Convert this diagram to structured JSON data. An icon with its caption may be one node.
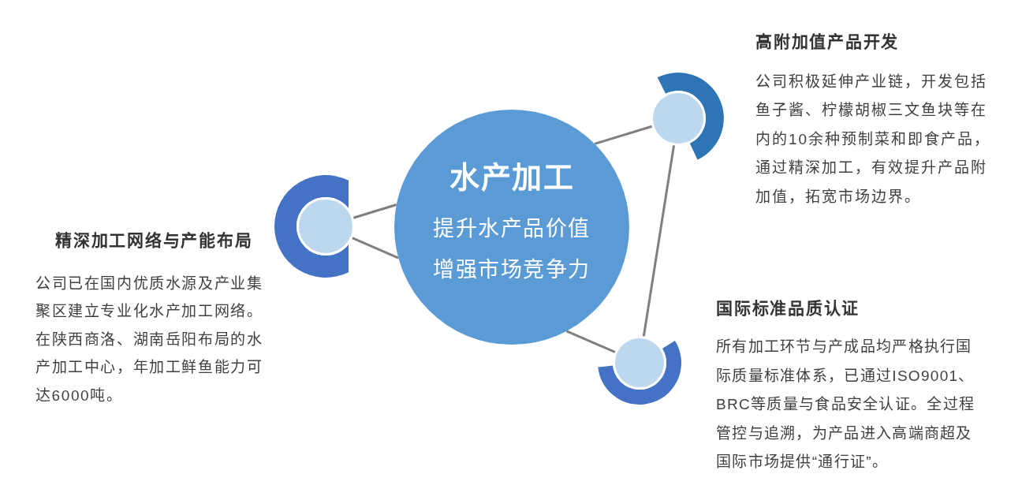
{
  "diagram": {
    "nodes": [
      {
        "text": [
          "水产加工",
          "提升水产品价值",
          "增强市场竞争力"
        ]
      },
      {
        "text": [],
        "shape": "circle",
        "beside": [
          "高附加值产品开发",
          "公司积极延伸产业链，开发包括鱼子酱、柠檬胡椒三文鱼块等在内的10余种预制菜和即食产品，通过精深加工，有效提升产品附加值，拓宽市场边界。"
        ]
      },
      {
        "text": [],
        "shape": "circle",
        "beside": [
          "精深加工网络与产能布局",
          "公司已在国内优质水源及产业集聚区建立专业化水产加工网络。在陕西商洛、湖南岳阳布局的水产加工中心，年加工鲜鱼能力可达6000吨。"
        ]
      },
      {
        "text": [],
        "shape": "circle",
        "beside": [
          "国际标准品质认证",
          "所有加工环节与产成品均严格执行国际质量标准体系，已通过ISO9001、BRC等质量与食品安全认证。全过程管控与追溯，为产品进入高端商超及国际市场提供“通行证”。"
        ]
      }
    ],
    "edges": [
      {
        "from": 0,
        "to": 1,
        "arrow": "none"
      },
      {
        "from": 0,
        "to": 2,
        "arrow": "none"
      },
      {
        "from": 0,
        "to": 2,
        "arrow": "none"
      },
      {
        "from": 0,
        "to": 3,
        "arrow": "none"
      },
      {
        "from": 1,
        "to": 3,
        "arrow": "none"
      }
    ]
  }
}
